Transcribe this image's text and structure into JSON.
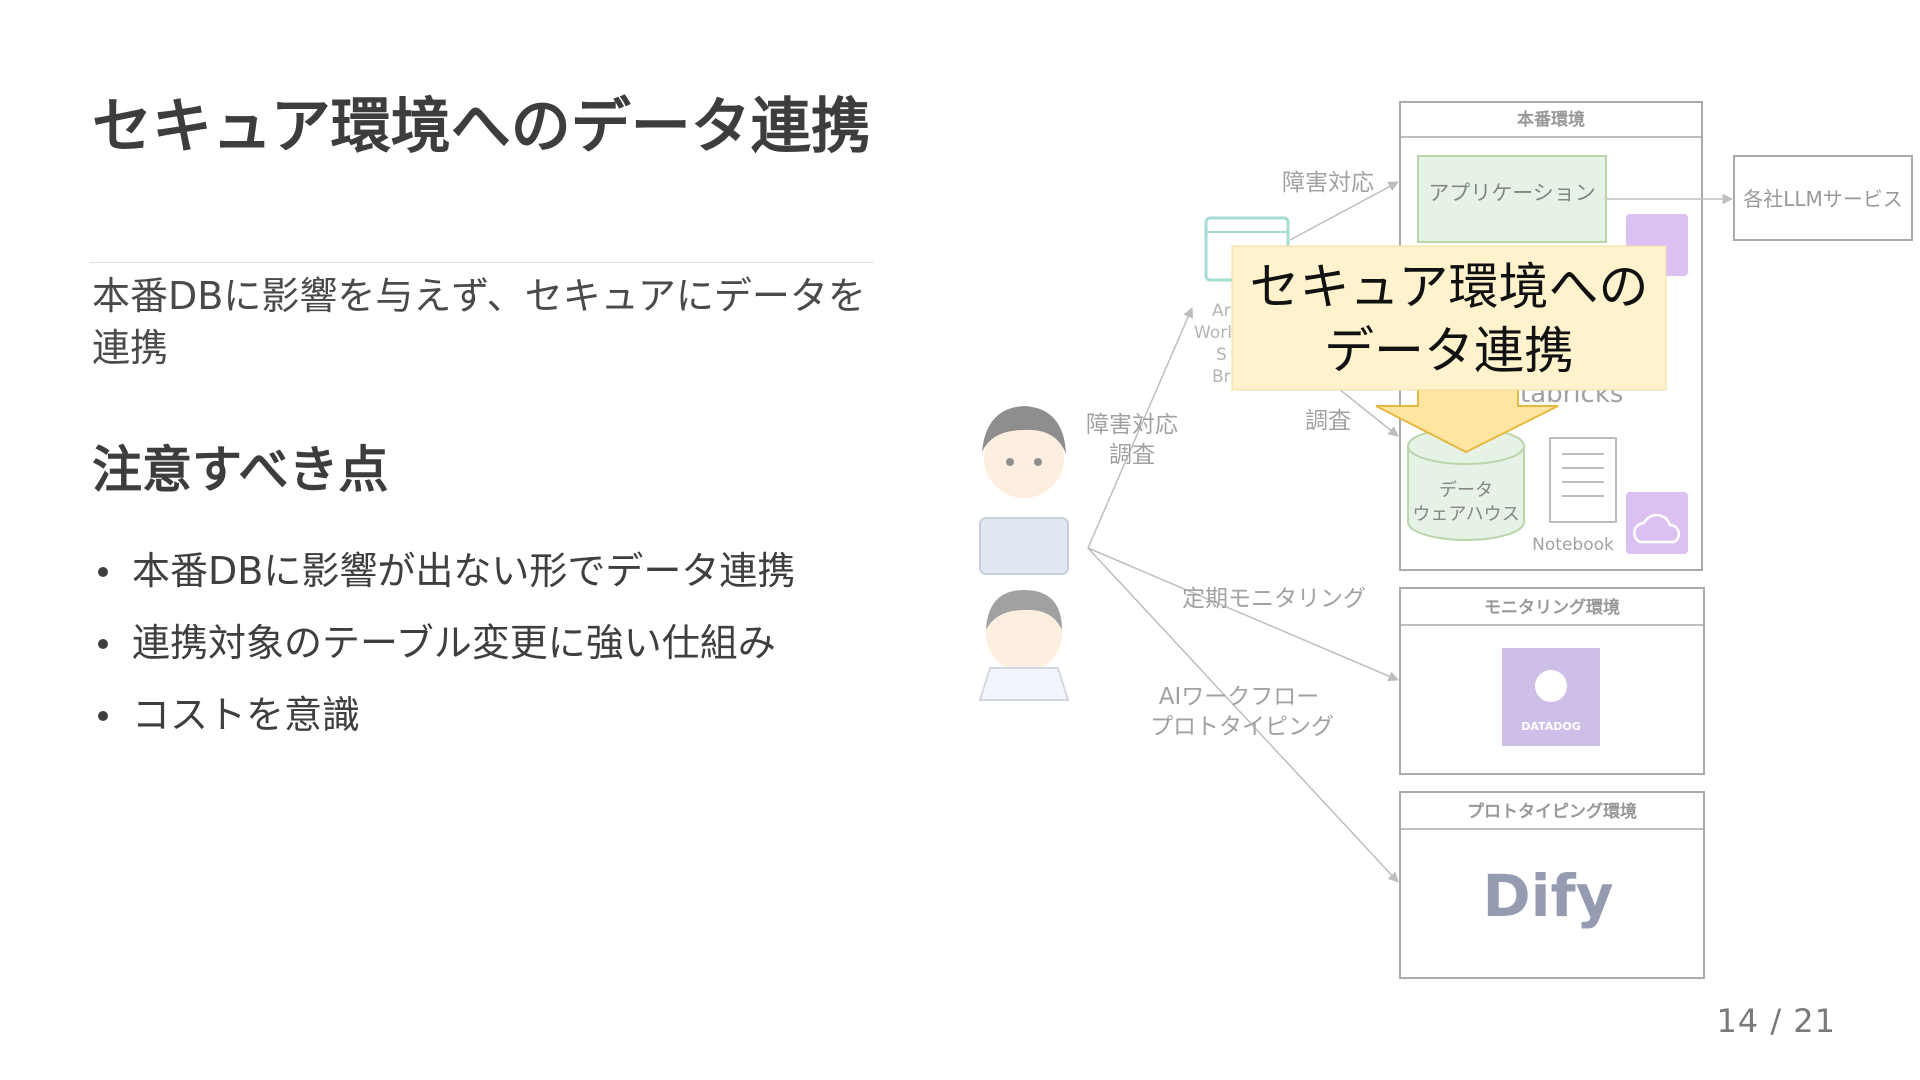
{
  "slide": {
    "title": "セキュア環境へのデータ連携",
    "subtitle": "本番DBに影響を与えず、セキュアにデータを連携",
    "section_heading": "注意すべき点",
    "bullets": [
      "本番DBに影響が出ない形でデータ連携",
      "連携対象のテーブル変更に強い仕組み",
      "コストを意識"
    ],
    "page_indicator": "14 / 21"
  },
  "diagram": {
    "callout": {
      "line1": "セキュア環境への",
      "line2": "データ連携"
    },
    "prod_env": {
      "title": "本番環境",
      "application": "アプリケーション",
      "databricks_partial": "tabricks",
      "warehouse_line1": "データ",
      "warehouse_line2": "ウェアハウス",
      "notebook": "Notebook"
    },
    "llm_service": "各社LLMサービス",
    "monitoring_env": {
      "title": "モニタリング環境",
      "datadog": "DATADOG"
    },
    "prototyping_env": {
      "title": "プロトタイピング環境",
      "dify": "Dify"
    },
    "edge_labels": {
      "incident": "障害対応",
      "incident_investigate_1": "障害対応",
      "incident_investigate_2": "調査",
      "investigate": "調査",
      "monitoring": "定期モニタリング",
      "ai_workflow_1": "AIワークフロー",
      "ai_workflow_2": "プロトタイピング"
    },
    "workspace_partial": [
      "Ar",
      "Worl",
      "S",
      "Br"
    ],
    "colors": {
      "application_fill": "#d5e8d4",
      "application_stroke": "#82b366",
      "callout_fill": "#fff2cc",
      "callout_arrow": "#ffe6a0",
      "cloud_icon_bg": "#c28ee8",
      "datadog_bg": "#a78bd6",
      "dify_blue": "#5a7ee0"
    }
  }
}
